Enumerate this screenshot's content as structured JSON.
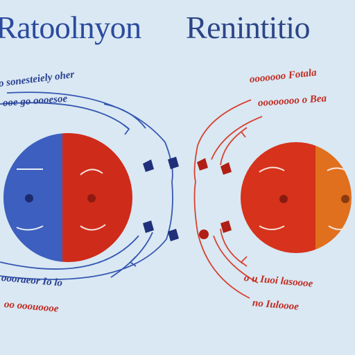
{
  "titles": {
    "left": "Ratoolnyon",
    "right": "Renintitio"
  },
  "left_labels_top": [
    "o sonesteiely oher",
    "ooe go oooesoe"
  ],
  "left_labels_bottom": [
    "oooraeor Io lo",
    "oo ooouoooe"
  ],
  "right_labels_top": [
    "ooooooo Fotala",
    "oooooooo o Bea"
  ],
  "right_labels_bottom": [
    "o u Iuoi lasoooe",
    "no Iuloooe"
  ],
  "colors": {
    "background": "#d9e8f3",
    "left_face_left": "#3d5fbf",
    "left_face_right": "#cf2b1a",
    "right_face_left": "#d6321c",
    "right_face_right": "#e0701e",
    "blue_line": "#3557b0",
    "red_line": "#d8412f"
  }
}
